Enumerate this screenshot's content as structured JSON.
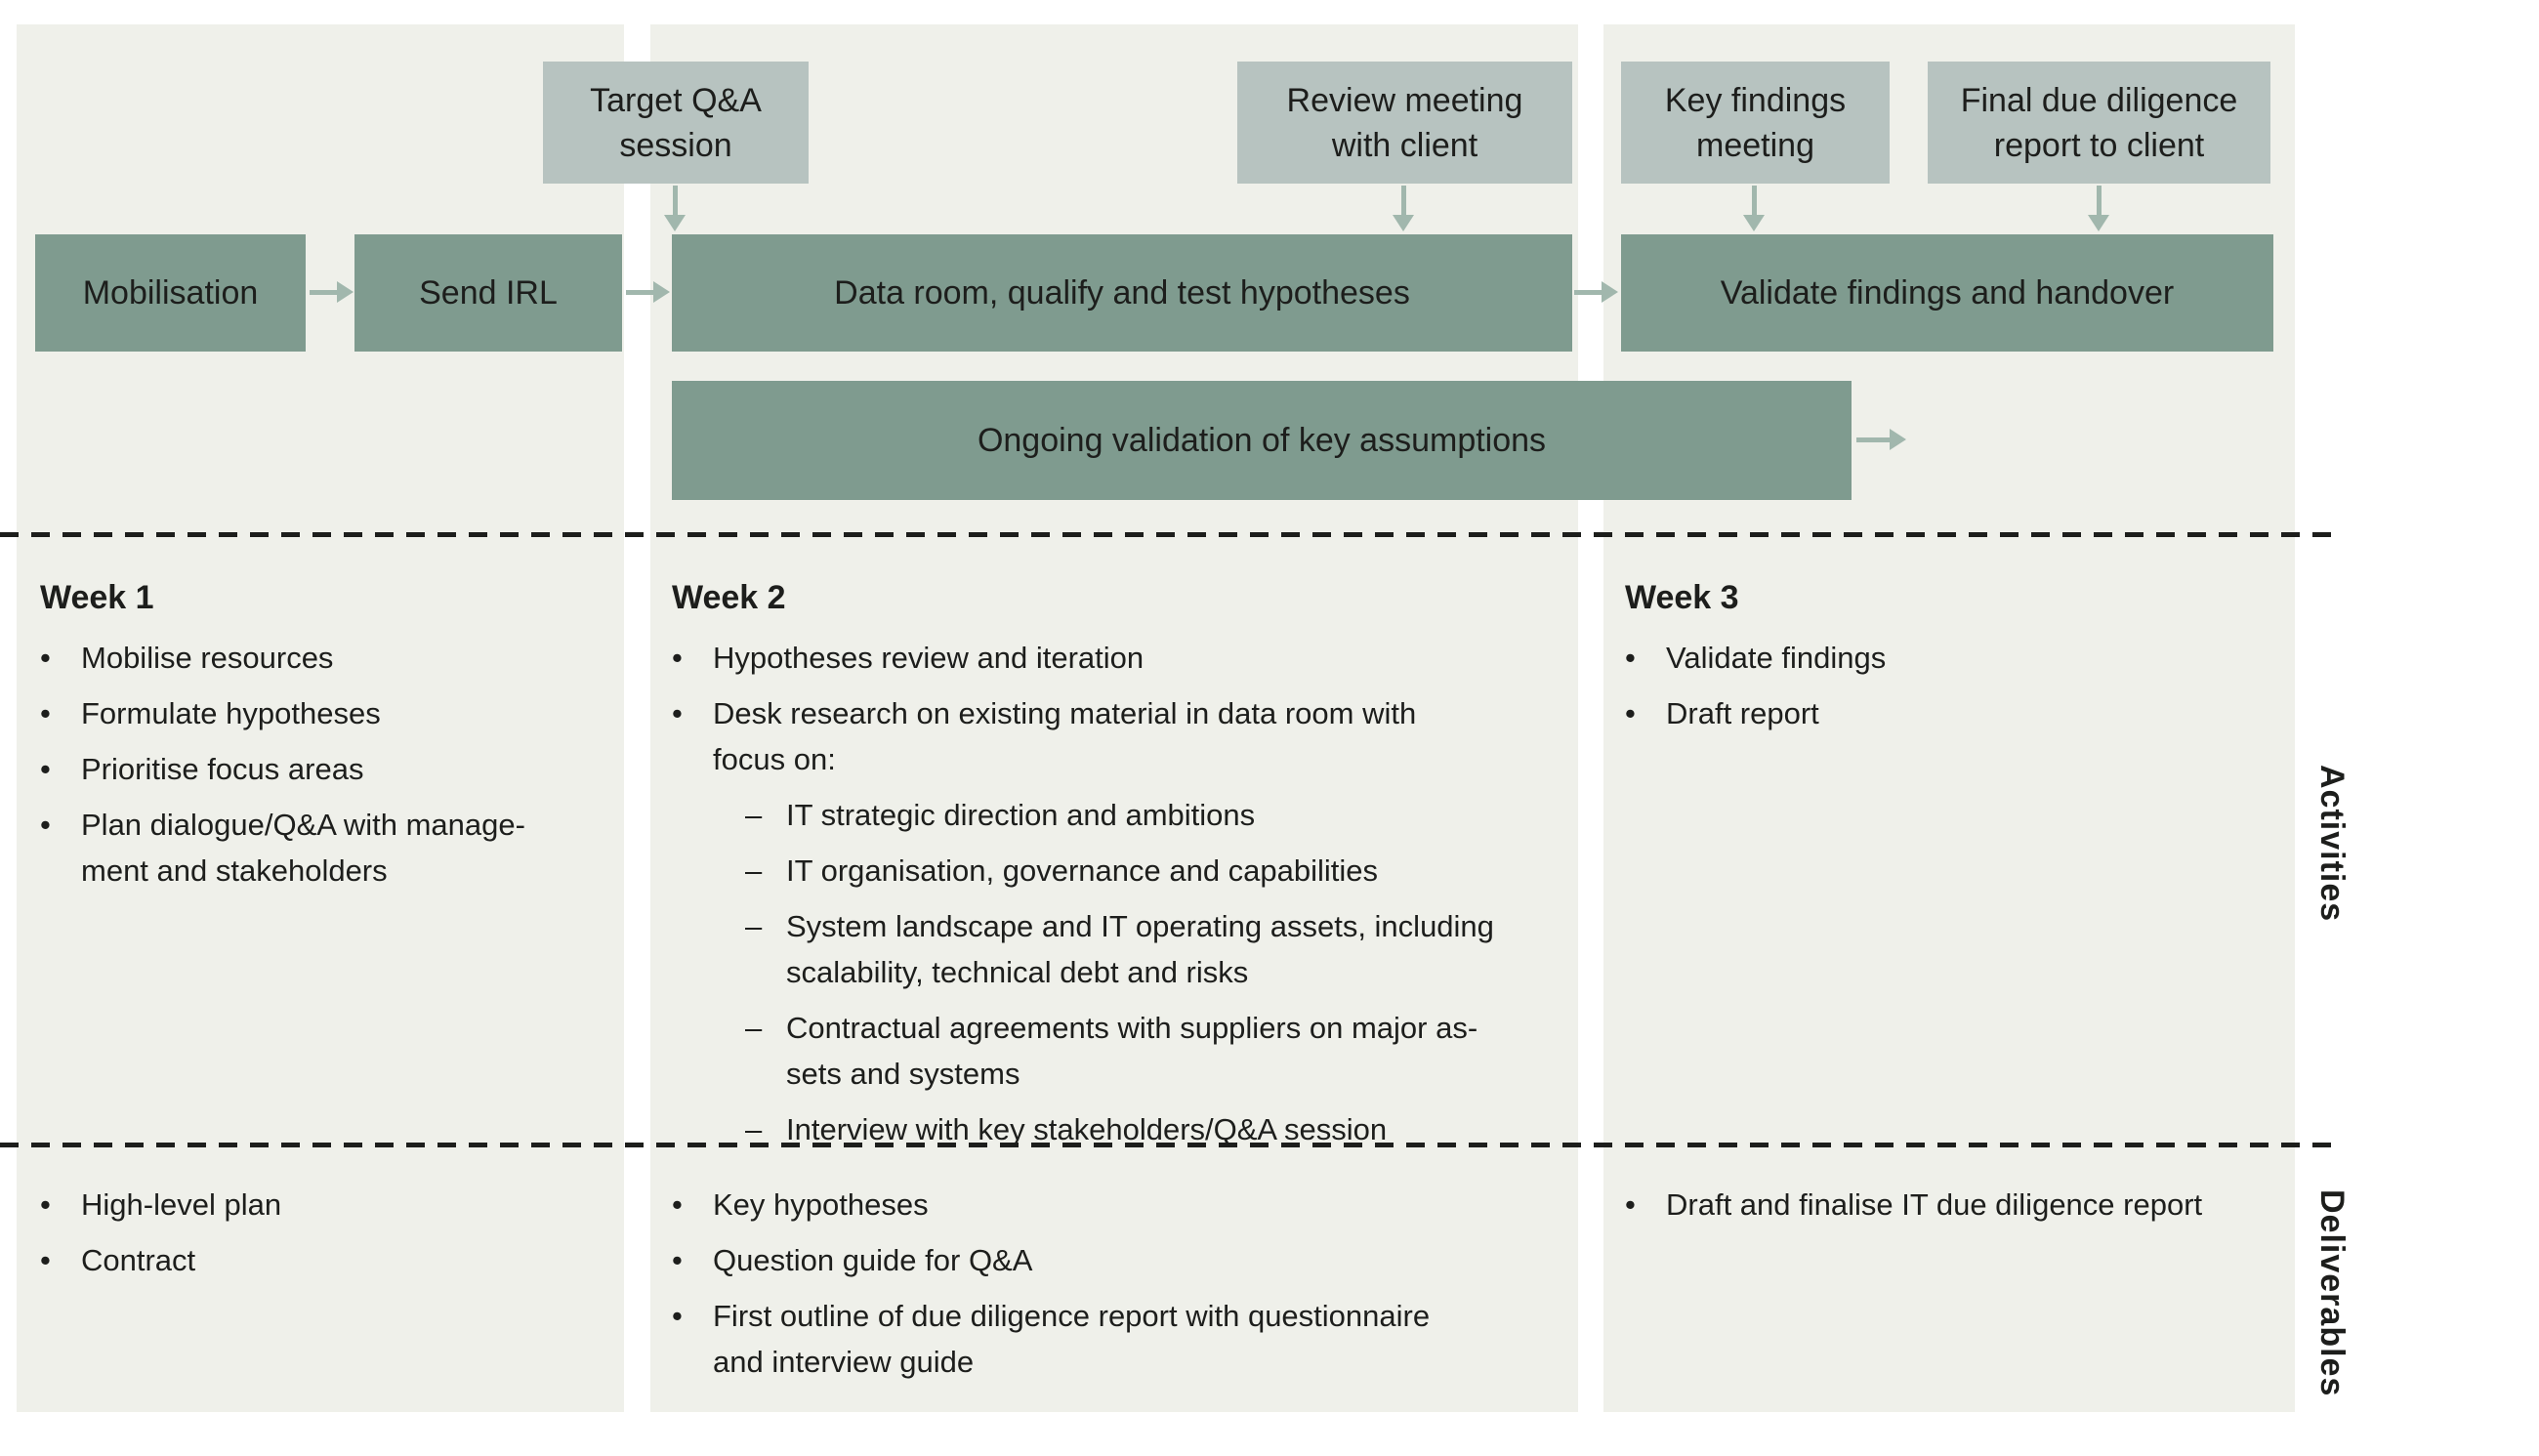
{
  "colors": {
    "panel": "#eff0ea",
    "callout": "#b7c3c0",
    "bar": "#7f9b8f",
    "arrow": "#a1b7ad",
    "ink": "#1d1e1c",
    "background": "#ffffff"
  },
  "chars": {
    "bullet": "•",
    "dash": "–"
  },
  "flow": {
    "callouts": [
      {
        "lines": [
          "Target Q&A",
          "session"
        ]
      },
      {
        "lines": [
          "Review meeting",
          "with client"
        ]
      },
      {
        "lines": [
          "Key findings",
          "meeting"
        ]
      },
      {
        "lines": [
          "Final due diligence",
          "report to client"
        ]
      }
    ],
    "steps": [
      "Mobilisation",
      "Send IRL",
      "Data room, qualify and test hypotheses",
      "Validate findings and handover"
    ],
    "ongoing_label": "Ongoing validation of key assumptions"
  },
  "row_labels": {
    "activities": "Activities",
    "deliverables": "Deliverables"
  },
  "weeks": [
    {
      "title": "Week 1",
      "activities": [
        {
          "lines": [
            "Mobilise resources"
          ]
        },
        {
          "lines": [
            "Formulate hypotheses"
          ]
        },
        {
          "lines": [
            "Prioritise focus areas"
          ]
        },
        {
          "lines": [
            "Plan dialogue/Q&A with manage-",
            "ment and stakeholders"
          ]
        }
      ],
      "deliverables": [
        {
          "lines": [
            "High-level plan"
          ]
        },
        {
          "lines": [
            "Contract"
          ]
        }
      ]
    },
    {
      "title": "Week 2",
      "activities": [
        {
          "lines": [
            "Hypotheses review and iteration"
          ]
        },
        {
          "lines": [
            "Desk research on existing material in data room with",
            "focus on:"
          ]
        }
      ],
      "sub_activities": [
        {
          "lines": [
            "IT strategic direction and ambitions"
          ]
        },
        {
          "lines": [
            "IT organisation, governance and capabilities"
          ]
        },
        {
          "lines": [
            "System landscape and IT operating assets, including",
            "scalability, technical debt and risks"
          ]
        },
        {
          "lines": [
            "Contractual agreements with suppliers on major as-",
            "sets and systems"
          ]
        },
        {
          "lines": [
            "Interview with key stakeholders/Q&A session"
          ]
        }
      ],
      "deliverables": [
        {
          "lines": [
            "Key hypotheses"
          ]
        },
        {
          "lines": [
            "Question guide for Q&A"
          ]
        },
        {
          "lines": [
            "First outline of due diligence report with questionnaire",
            "and interview guide"
          ]
        }
      ]
    },
    {
      "title": "Week 3",
      "activities": [
        {
          "lines": [
            "Validate findings"
          ]
        },
        {
          "lines": [
            "Draft report"
          ]
        }
      ],
      "deliverables": [
        {
          "lines": [
            "Draft and finalise IT due diligence report"
          ]
        }
      ]
    }
  ]
}
